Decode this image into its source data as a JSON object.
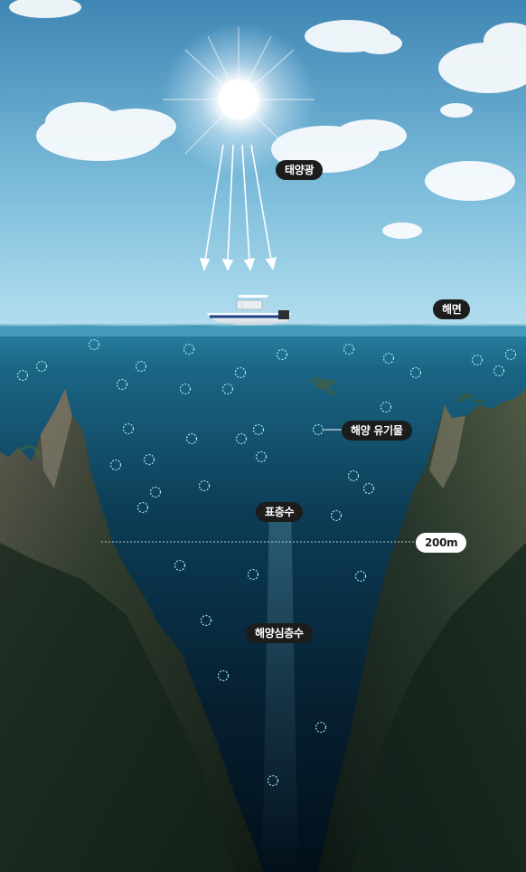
{
  "labels": {
    "sunlight": "태양광",
    "sea_surface": "해면",
    "marine_organics": "해양 유기물",
    "surface_water": "표층수",
    "depth": "200m",
    "deep_sea_water": "해양심층수"
  },
  "colors": {
    "sky_top": "#3f86b5",
    "sky_bottom": "#a9d8ea",
    "water_top": "#1d6b8d",
    "water_deep": "#03141f",
    "particle": "#9fe7f2",
    "pill_dark": "#1c1c1c",
    "pill_light": "#ffffff"
  }
}
